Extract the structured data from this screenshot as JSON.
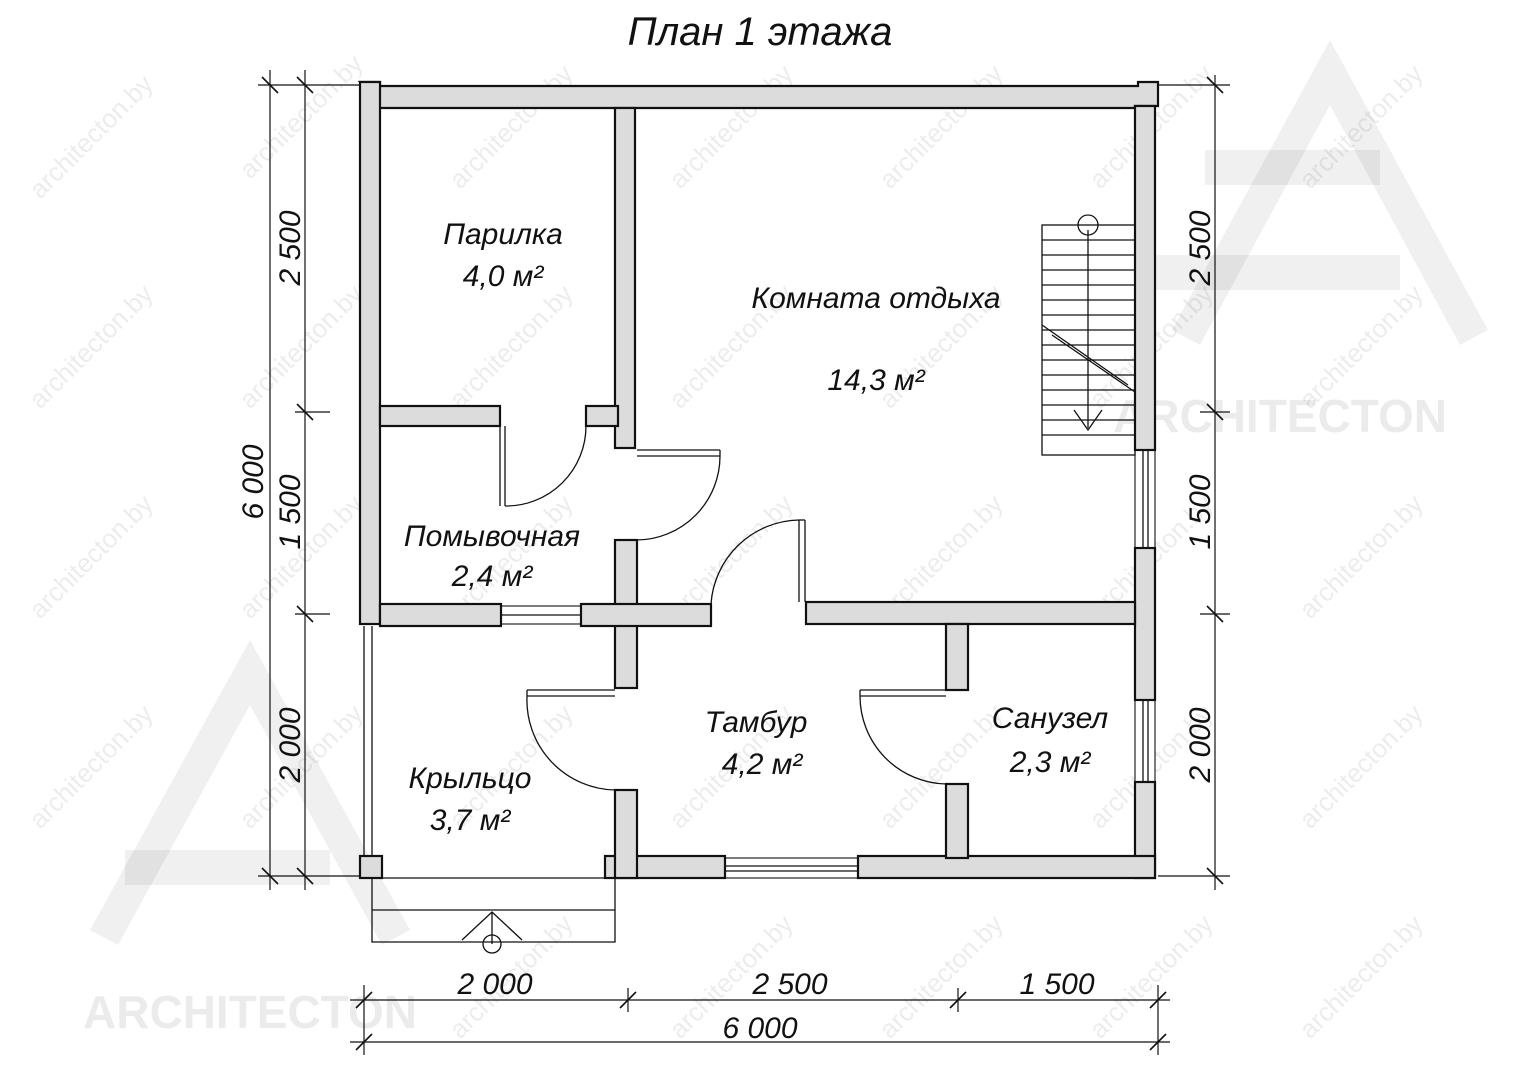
{
  "title": "План 1 этажа",
  "rooms": [
    {
      "name": "Парилка",
      "area": "4,0 м²"
    },
    {
      "name": "Комната отдыха",
      "area": "14,3 м²"
    },
    {
      "name": "Помывочная",
      "area": "2,4 м²"
    },
    {
      "name": "Тамбур",
      "area": "4,2 м²"
    },
    {
      "name": "Санузел",
      "area": "2,3 м²"
    },
    {
      "name": "Крыльцо",
      "area": "3,7 м²"
    }
  ],
  "dimensions": {
    "left": {
      "total": "6 000",
      "parts": [
        "2 500",
        "1 500",
        "2 000"
      ]
    },
    "right": {
      "parts": [
        "2 500",
        "1 500",
        "2 000"
      ]
    },
    "bottom": {
      "total": "6 000",
      "parts": [
        "2 000",
        "2 500",
        "1 500"
      ]
    }
  },
  "watermark": {
    "url": "architecton.by",
    "brand": "ARCHITECTON"
  }
}
